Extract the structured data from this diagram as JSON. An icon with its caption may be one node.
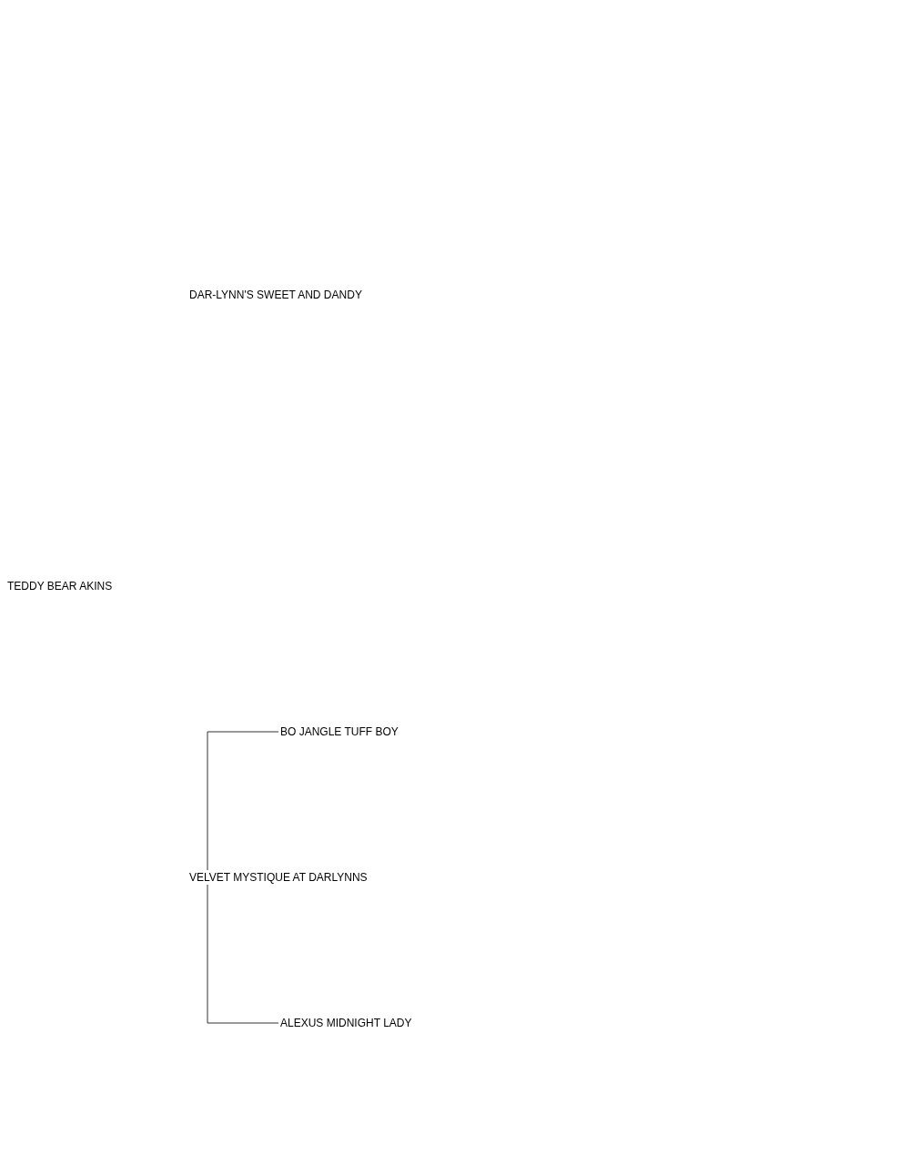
{
  "diagram": {
    "nodes": [
      {
        "text": [
          "TEDDY BEAR AKINS"
        ]
      },
      {
        "text": [
          "DAR-LYNN'S SWEET AND DANDY"
        ]
      },
      {
        "text": [
          "VELVET MYSTIQUE AT DARLYNNS"
        ]
      },
      {
        "text": [
          "BO JANGLE TUFF BOY"
        ]
      },
      {
        "text": [
          "ALEXUS MIDNIGHT LADY"
        ]
      }
    ],
    "edges": [
      {
        "from": 2,
        "to": 3,
        "arrow": "none"
      },
      {
        "from": 2,
        "to": 4,
        "arrow": "none"
      }
    ]
  }
}
